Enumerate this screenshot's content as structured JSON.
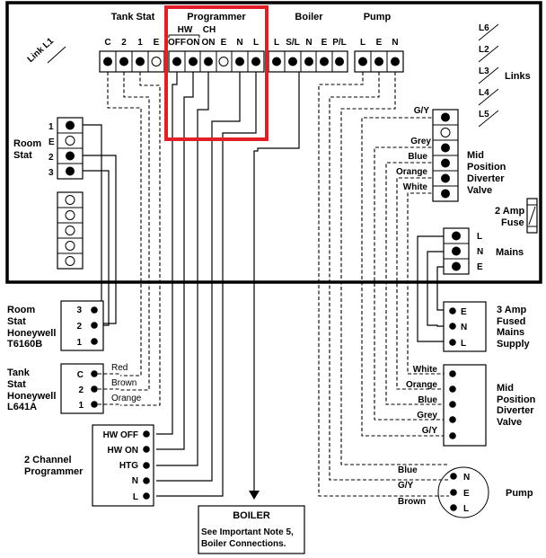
{
  "panel": {
    "link_l1": "Link L1",
    "groups": {
      "tank_stat": "Tank Stat",
      "programmer": "Programmer",
      "boiler": "Boiler",
      "pump": "Pump"
    },
    "hw_label": "HW",
    "ch_label": "CH",
    "terminals": {
      "tank_stat": [
        "C",
        "2",
        "1",
        "E"
      ],
      "programmer": [
        "OFF",
        "ON",
        "ON",
        "E",
        "N",
        "L"
      ],
      "boiler": [
        "L",
        "S/L",
        "N",
        "E",
        "P/L"
      ],
      "pump": [
        "L",
        "E",
        "N"
      ]
    },
    "links": [
      "L6",
      "L2",
      "L3",
      "L4",
      "L5"
    ],
    "links_title": "Links",
    "room_stat": {
      "title_1": "Room",
      "title_2": "Stat",
      "pins": [
        "1",
        "E",
        "2",
        "3"
      ]
    },
    "valve": {
      "wires": [
        "G/Y",
        "Grey",
        "Blue",
        "Orange",
        "White"
      ],
      "title": [
        "Mid",
        "Position",
        "Diverter",
        "Valve"
      ]
    },
    "fuse": [
      "2 Amp",
      "Fuse"
    ],
    "mains": {
      "pins": [
        "L",
        "N",
        "E"
      ],
      "title": "Mains"
    },
    "highlight_color": "#e41e26"
  },
  "external": {
    "room_stat": {
      "title": [
        "Room",
        "Stat",
        "Honeywell",
        "T6160B"
      ],
      "pins": [
        "3",
        "2",
        "1"
      ]
    },
    "tank_stat": {
      "title": [
        "Tank",
        "Stat",
        "Honeywell",
        "L641A"
      ],
      "pins": [
        "C",
        "2",
        "1"
      ],
      "wires": [
        "Red",
        "Brown",
        "Orange"
      ]
    },
    "programmer": {
      "title": [
        "2 Channel",
        "Programmer"
      ],
      "pins": [
        "HW OFF",
        "HW ON",
        "HTG",
        "N",
        "L"
      ]
    },
    "boiler": {
      "title": "BOILER",
      "note_1": "See Important Note 5,",
      "note_2": "Boiler Connections."
    },
    "fused_supply": {
      "title": [
        "3 Amp",
        "Fused",
        "Mains",
        "Supply"
      ],
      "pins": [
        "E",
        "N",
        "L"
      ]
    },
    "valve": {
      "title": [
        "Mid",
        "Position",
        "Diverter",
        "Valve"
      ],
      "wires": [
        "White",
        "Orange",
        "Blue",
        "Grey",
        "G/Y"
      ]
    },
    "pump": {
      "title": "Pump",
      "pins": [
        "N",
        "E",
        "L"
      ],
      "wires": [
        "Blue",
        "G/Y",
        "Brown"
      ]
    }
  }
}
